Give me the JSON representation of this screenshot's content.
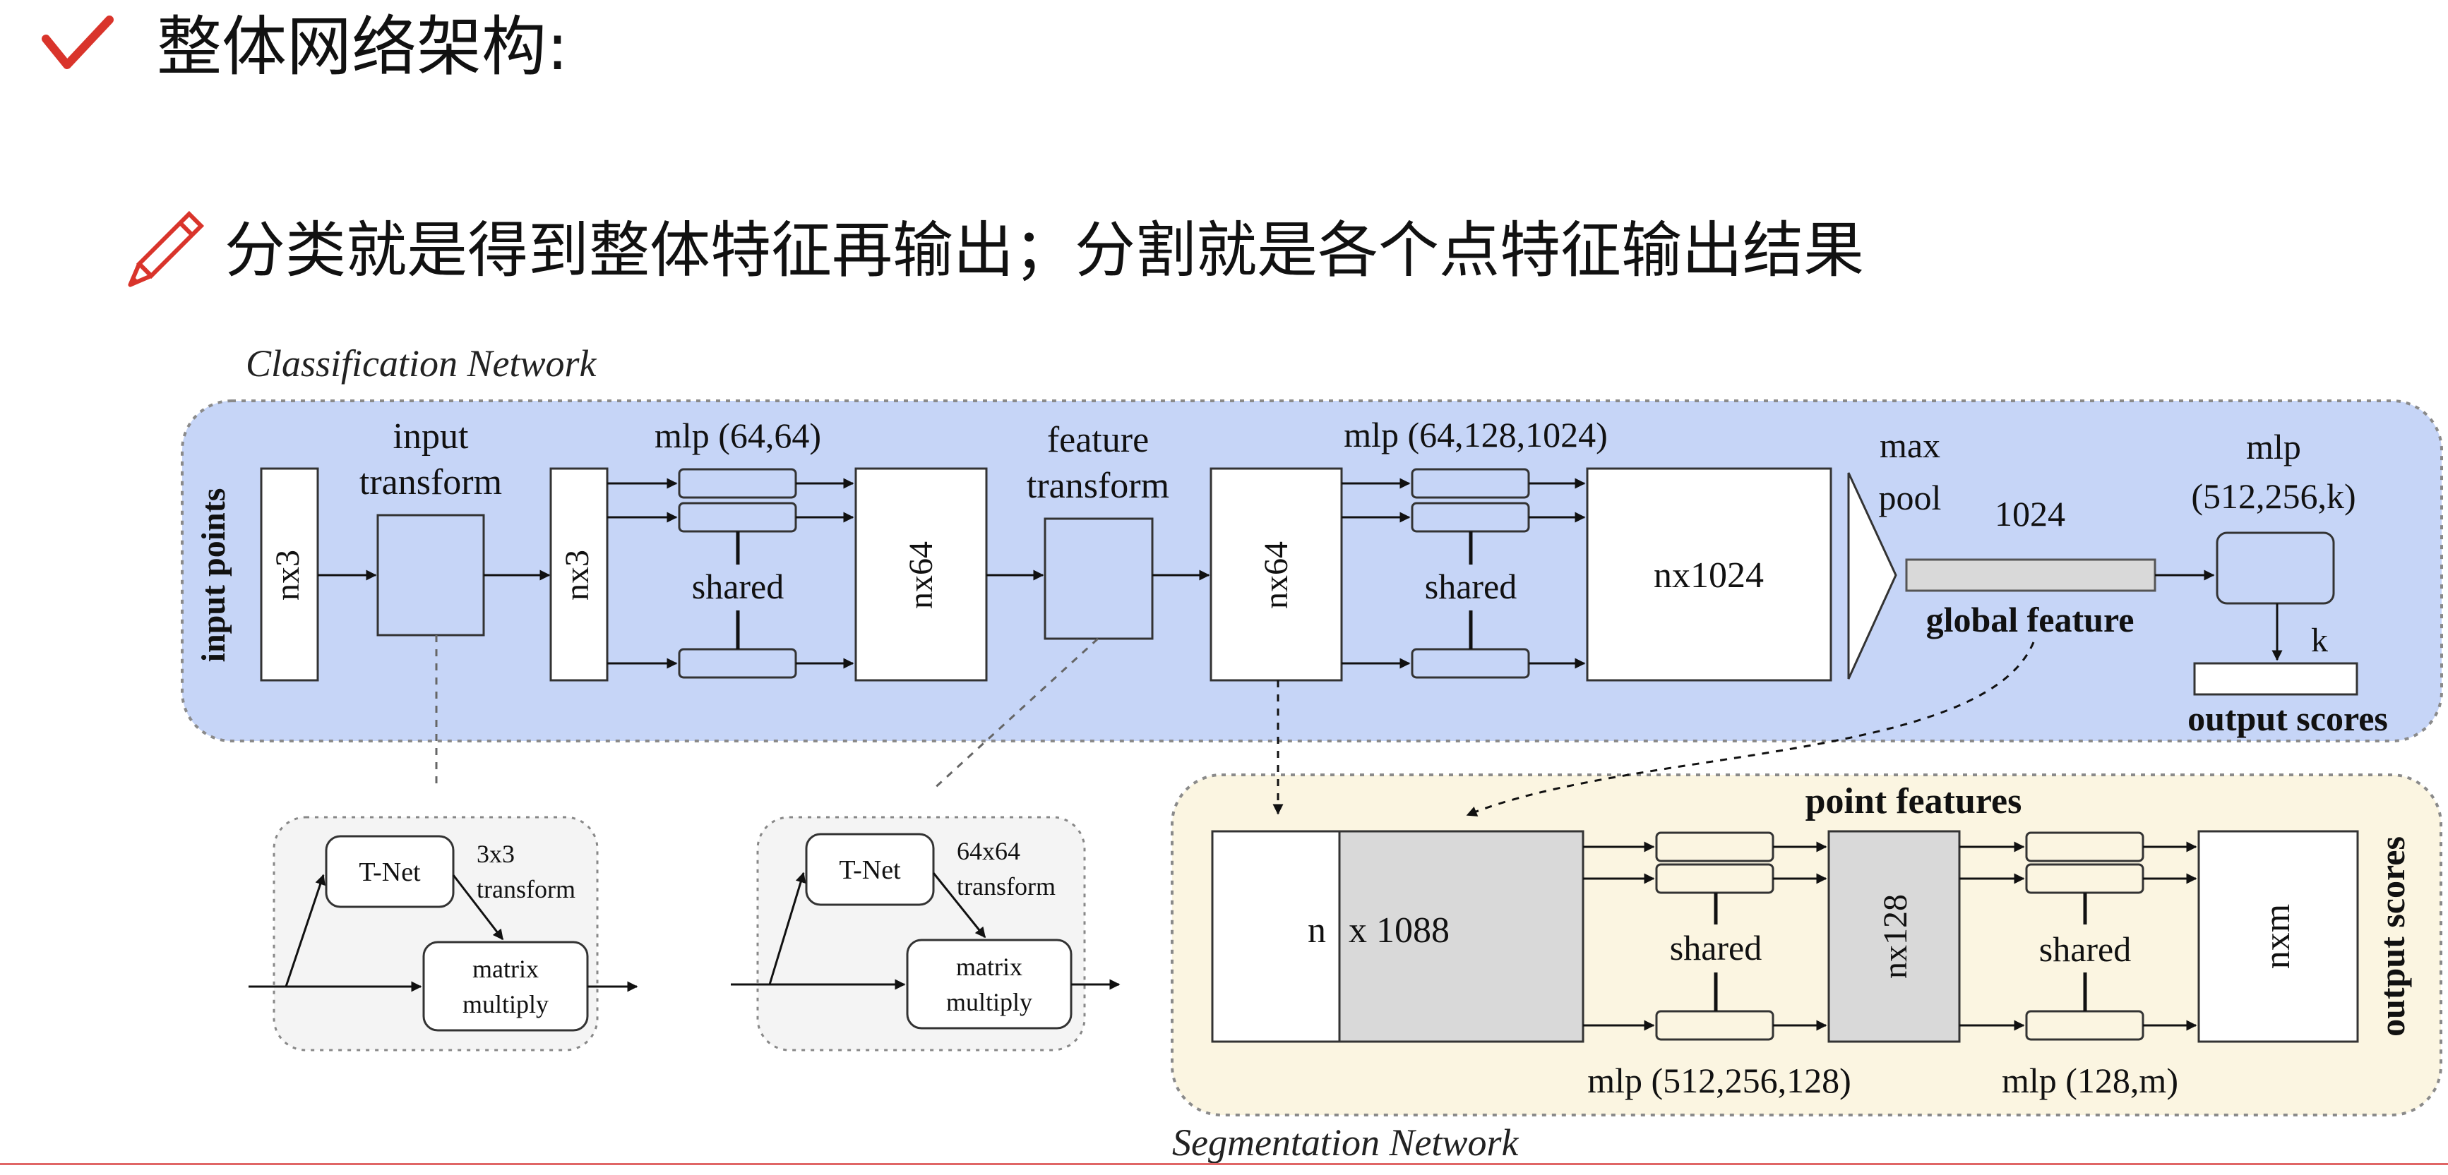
{
  "title": "整体网络架构:",
  "subtitle": "分类就是得到整体特征再输出；分割就是各个点特征输出结果",
  "colors": {
    "accent": "#d9342b",
    "classification_bg": "#c6d5f7",
    "segmentation_bg": "#fbf5e1",
    "gray_block": "#d9d9d9"
  },
  "icons": {
    "title": "checkmark-icon",
    "subtitle": "pencil-icon"
  },
  "diagram": {
    "classification_network": {
      "title": "Classification Network",
      "input_points": "input points",
      "block_nx3_a": "nx3",
      "input_transform": [
        "input",
        "transform"
      ],
      "block_nx3_b": "nx3",
      "mlp1": "mlp (64,64)",
      "shared1": "shared",
      "block_nx64_a": "nx64",
      "feature_transform": [
        "feature",
        "transform"
      ],
      "block_nx64_b": "nx64",
      "mlp2": "mlp (64,128,1024)",
      "shared2": "shared",
      "block_nx1024": "nx1024",
      "max_pool": [
        "max",
        "pool"
      ],
      "dim_1024": "1024",
      "global_feature": "global feature",
      "mlp3": [
        "mlp",
        "(512,256,k)"
      ],
      "k": "k",
      "output_scores": "output scores"
    },
    "tnet_input": {
      "tnet": "T-Net",
      "transform": [
        "3x3",
        "transform"
      ],
      "matrix_multiply": [
        "matrix",
        "multiply"
      ]
    },
    "tnet_feature": {
      "tnet": "T-Net",
      "transform": [
        "64x64",
        "transform"
      ],
      "matrix_multiply": [
        "matrix",
        "multiply"
      ]
    },
    "segmentation_network": {
      "title": "Segmentation Network",
      "point_features": "point features",
      "n": "n",
      "x1088": "x 1088",
      "shared1": "shared",
      "block_nx128": "nx128",
      "shared2": "shared",
      "block_nxm": "nxm",
      "mlp1": "mlp (512,256,128)",
      "mlp2": "mlp (128,m)",
      "output_scores": "output scores"
    }
  }
}
